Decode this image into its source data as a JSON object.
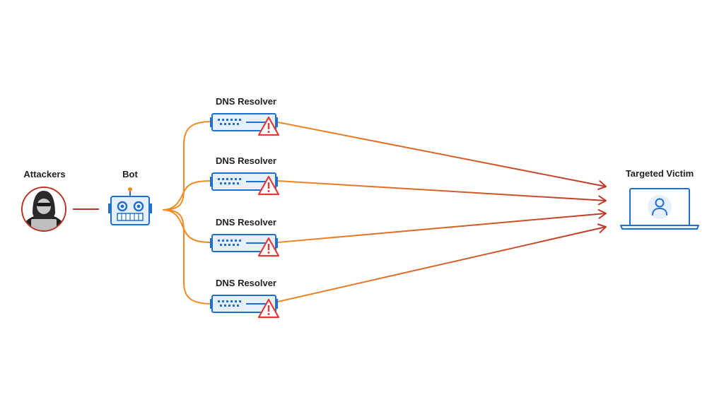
{
  "labels": {
    "attackers": "Attackers",
    "bot": "Bot",
    "resolver_1": "DNS Resolver",
    "resolver_2": "DNS Resolver",
    "resolver_3": "DNS Resolver",
    "resolver_4": "DNS Resolver",
    "victim": "Targeted Victim"
  },
  "icons": {
    "attacker": "hooded-hacker-icon",
    "bot": "robot-icon",
    "resolver": "server-icon",
    "warning": "warning-triangle-icon",
    "victim": "laptop-user-icon"
  },
  "colors": {
    "attacker_link": "#b5382a",
    "bot_to_resolver": "#f08a24",
    "attack_traffic": "#c0392b",
    "device_blue": "#1f6fd1",
    "device_fill": "#e6f0fb",
    "warning": "#e53935"
  }
}
